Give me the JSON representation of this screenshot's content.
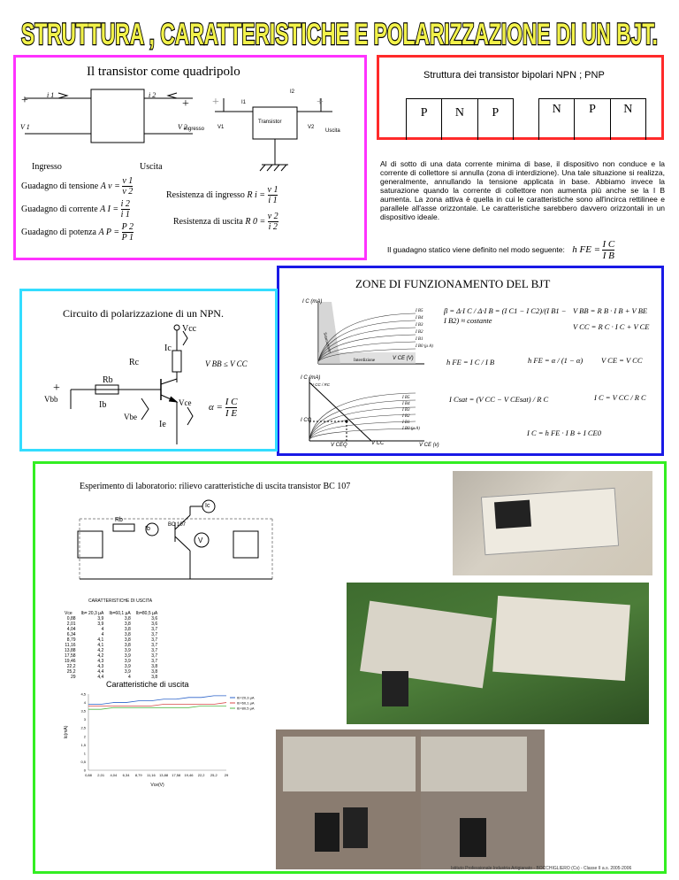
{
  "page_title": "STRUTTURA , CARATTERISTICHE E POLARIZZAZIONE DI UN BJT.",
  "quadripolo": {
    "title": "Il transistor come quadripolo",
    "i1": "i 1",
    "i2": "i 2",
    "v1": "V 1",
    "v2": "V 2",
    "I1": "I1",
    "I2": "I2",
    "transistor": "Transistor",
    "ingresso": "Ingresso",
    "uscita": "Uscita",
    "V1": "V1",
    "V2": "V2",
    "ingresso_label": "Ingresso",
    "uscita_label": "Uscita",
    "gain_v": "Guadagno di tensione",
    "gain_i": "Guadagno di corrente",
    "gain_p": "Guadagno di potenza",
    "res_in": "Resistenza di ingresso",
    "res_out": "Resistenza di uscita",
    "Av": "A v =",
    "Ai": "A I =",
    "Ap": "A P =",
    "Ri": "R i =",
    "Ro": "R 0 =",
    "v1n": "v 1",
    "v2n": "v 2",
    "i2n": "i 2",
    "i1n": "i 1",
    "P2": "P 2",
    "P1": "P 1"
  },
  "struttura": {
    "title": "Struttura dei transistor bipolari NPN ; PNP",
    "pnp": [
      "P",
      "N",
      "P"
    ],
    "npn": [
      "N",
      "P",
      "N"
    ],
    "text": "Al di sotto di una data corrente minima di base, il dispositivo non conduce e la corrente di collettore si annulla (zona di interdizione). Una tale situazione si realizza, generalmente, annullando la tensione applicata in base. Abbiamo invece la saturazione quando la corrente di collettore non aumenta più anche se la I B aumenta. La zona attiva è quella in cui le caratteristiche sono all'incirca rettilinee e parallele all'asse orizzontale. Le caratteristiche sarebbero davvero orizzontali in un dispositivo ideale.",
    "gain_text": "Il guadagno statico viene definito nel modo seguente:",
    "hfe": "h FE =",
    "ic": "I C",
    "ib": "I B"
  },
  "zone": {
    "title": "ZONE DI FUNZIONAMENTO DEL BJT",
    "ic_ma": "I C (mA)",
    "vce_v": "V CE (V)",
    "saturazione": "Saturazione",
    "interdizione": "Interdizione",
    "ib_labels": [
      "I B5",
      "I B4",
      "I B3",
      "I B2",
      "I B1",
      "I B0 (μ A)"
    ],
    "beta": "β = Δ·I C / Δ·I B = (I C1 − I C2)/(I B1 − I B2) ≈ costante",
    "vbb": "V BB = R B · I B + V BE",
    "vcc": "V CC = R C · I C + V CE",
    "hfe1": "h FE = I C / I B",
    "hfe2": "h FE = α / (1 − α)",
    "vce_eq": "V CE = V CC",
    "icsat": "I Csat = (V CC − V CEsat) / R C",
    "ic_eq": "I C = V CC / R C",
    "ic_full": "I C = h FE · I B + I CE0",
    "vceq": "V CEQ",
    "vcc_axis": "V CC",
    "icq": "I CQ",
    "vcc_rc": "V CC / RC",
    "vce_axis2": "V CE (v)"
  },
  "circuito": {
    "title": "Circuito di polarizzazione di un NPN.",
    "vcc": "Vcc",
    "ic": "Ic",
    "rc": "Rc",
    "rb": "Rb",
    "vbb": "Vbb",
    "ib": "Ib",
    "vbe": "Vbe",
    "ie": "Ie",
    "vce": "Vce",
    "vbb_cond": "V BB ≤ V CC",
    "alpha": "α =",
    "alpha_num": "I C",
    "alpha_den": "I E"
  },
  "lab": {
    "title": "Esperimento di laboratorio: rilievo caratteristiche di uscita transistor BC 107",
    "ic": "Ic",
    "rb": "Rb",
    "ib": "Ib",
    "bc107": "BC 107",
    "v": "V",
    "table_title": "CARATTERISTICHE DI USCITA",
    "table_head": [
      "Vce",
      "Ib= 20,3 µA",
      "Ib=60,1 µA",
      "Ib=80,5 µA"
    ],
    "table_rows": [
      [
        "0,88",
        "3,9",
        "3,8",
        "3,6"
      ],
      [
        "2,01",
        "3,9",
        "3,8",
        "3,6"
      ],
      [
        "4,04",
        "4",
        "3,8",
        "3,7"
      ],
      [
        "6,34",
        "4",
        "3,8",
        "3,7"
      ],
      [
        "8,79",
        "4,1",
        "3,8",
        "3,7"
      ],
      [
        "11,16",
        "4,1",
        "3,8",
        "3,7"
      ],
      [
        "13,88",
        "4,2",
        "3,9",
        "3,7"
      ],
      [
        "17,58",
        "4,2",
        "3,9",
        "3,7"
      ],
      [
        "19,46",
        "4,3",
        "3,9",
        "3,7"
      ],
      [
        "22,2",
        "4,3",
        "3,9",
        "3,8"
      ],
      [
        "25,2",
        "4,4",
        "3,9",
        "3,8"
      ],
      [
        "29",
        "4,4",
        "4",
        "3,8"
      ]
    ],
    "footer": "Istituto Professionale Industria Artigianato - BOCCHIGLIERO (Cs) - Classe II a.s. 2005-2006"
  },
  "chart_data": {
    "type": "line",
    "title": "Caratteristiche di uscita",
    "xlabel": "Vce(V)",
    "ylabel": "Ic(mA)",
    "x": [
      "0,88",
      "2,01",
      "4,04",
      "6,34",
      "8,79",
      "11,16",
      "13,88",
      "17,58",
      "19,46",
      "22,2",
      "25,2",
      "29"
    ],
    "ylim": [
      0,
      4.5
    ],
    "yticks": [
      "0",
      "0,5",
      "1",
      "1,5",
      "2",
      "2,5",
      "3",
      "3,5",
      "4",
      "4,5"
    ],
    "series": [
      {
        "name": "Ib=20,3 μA",
        "color": "#2a62c9",
        "values": [
          3.9,
          3.9,
          4,
          4,
          4.1,
          4.1,
          4.2,
          4.2,
          4.3,
          4.3,
          4.4,
          4.4
        ]
      },
      {
        "name": "Ib=60,1 μA",
        "color": "#d84a4a",
        "values": [
          3.8,
          3.8,
          3.8,
          3.8,
          3.8,
          3.8,
          3.9,
          3.9,
          3.9,
          3.9,
          3.9,
          4
        ]
      },
      {
        "name": "Ib=80,5 μA",
        "color": "#55b84a",
        "values": [
          3.6,
          3.6,
          3.7,
          3.7,
          3.7,
          3.7,
          3.7,
          3.7,
          3.7,
          3.8,
          3.8,
          3.8
        ]
      }
    ],
    "legend": "top-right"
  },
  "colors": {
    "magenta": "#ff33ff",
    "red": "#ff2a2a",
    "blue": "#1a1ae6",
    "cyan": "#33ddff",
    "green": "#33ee22",
    "title_fill": "#f2f24a"
  }
}
